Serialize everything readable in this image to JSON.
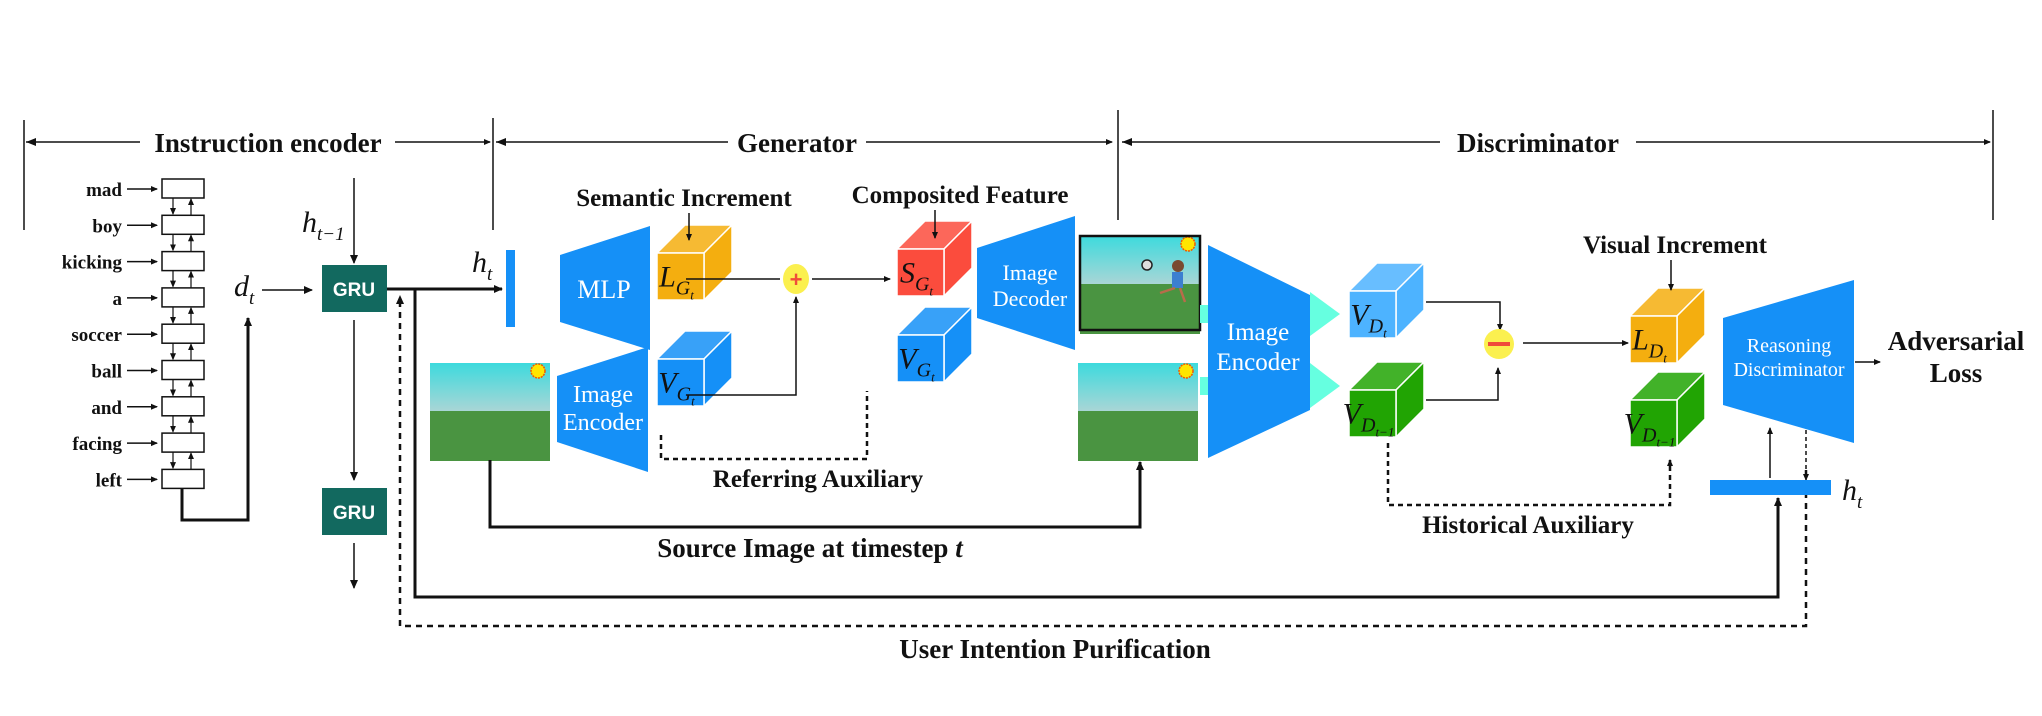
{
  "sections": {
    "instruction_encoder": "Instruction encoder",
    "generator": "Generator",
    "discriminator": "Discriminator"
  },
  "words": [
    "mad",
    "boy",
    "kicking",
    "a",
    "soccer",
    "ball",
    "and",
    "facing",
    "left"
  ],
  "symbols": {
    "h_prev": "h",
    "h_prev_sub": "t−1",
    "d": "d",
    "d_sub": "t",
    "h": "h",
    "h_sub": "t"
  },
  "blocks": {
    "gru": "GRU",
    "mlp": "MLP",
    "image_encoder_line1": "Image",
    "image_encoder_line2": "Encoder",
    "image_decoder_line1": "Image",
    "image_decoder_line2": "Decoder",
    "reasoning_line1": "Reasoning",
    "reasoning_line2": "Discriminator"
  },
  "cubes": {
    "LG": {
      "main": "L",
      "sub": "G",
      "subsub": "t"
    },
    "VG": {
      "main": "V",
      "sub": "G",
      "subsub": "t"
    },
    "SG": {
      "main": "S",
      "sub": "G",
      "subsub": "t"
    },
    "VD": {
      "main": "V",
      "sub": "D",
      "subsub": "t"
    },
    "VDprev": {
      "main": "V",
      "sub": "D",
      "subsub": "t−1"
    },
    "LD": {
      "main": "L",
      "sub": "D",
      "subsub": "t"
    }
  },
  "labels": {
    "semantic_increment": "Semantic Increment",
    "composited_feature": "Composited Feature",
    "referring_auxiliary": "Referring Auxiliary",
    "source_image": "Source Image at timestep ",
    "source_image_t": "t",
    "visual_increment": "Visual Increment",
    "historical_auxiliary": "Historical Auxiliary",
    "adversarial_line1": "Adversarial",
    "adversarial_line2": "Loss",
    "user_intention": "User Intention Purification"
  },
  "operators": {
    "plus": "+",
    "minus": "−"
  },
  "colors": {
    "blue": "#1590f7",
    "light_blue": "#4db3ff",
    "orange": "#f4ae0f",
    "red": "#fb4c3d",
    "green": "#21a403",
    "gru": "#12695f",
    "cyan_arrow": "#66ffe0",
    "sky": "#3fd9dc",
    "grass": "#4a9441",
    "op_yellow": "#fbf04f",
    "op_red": "#f04c3a"
  }
}
